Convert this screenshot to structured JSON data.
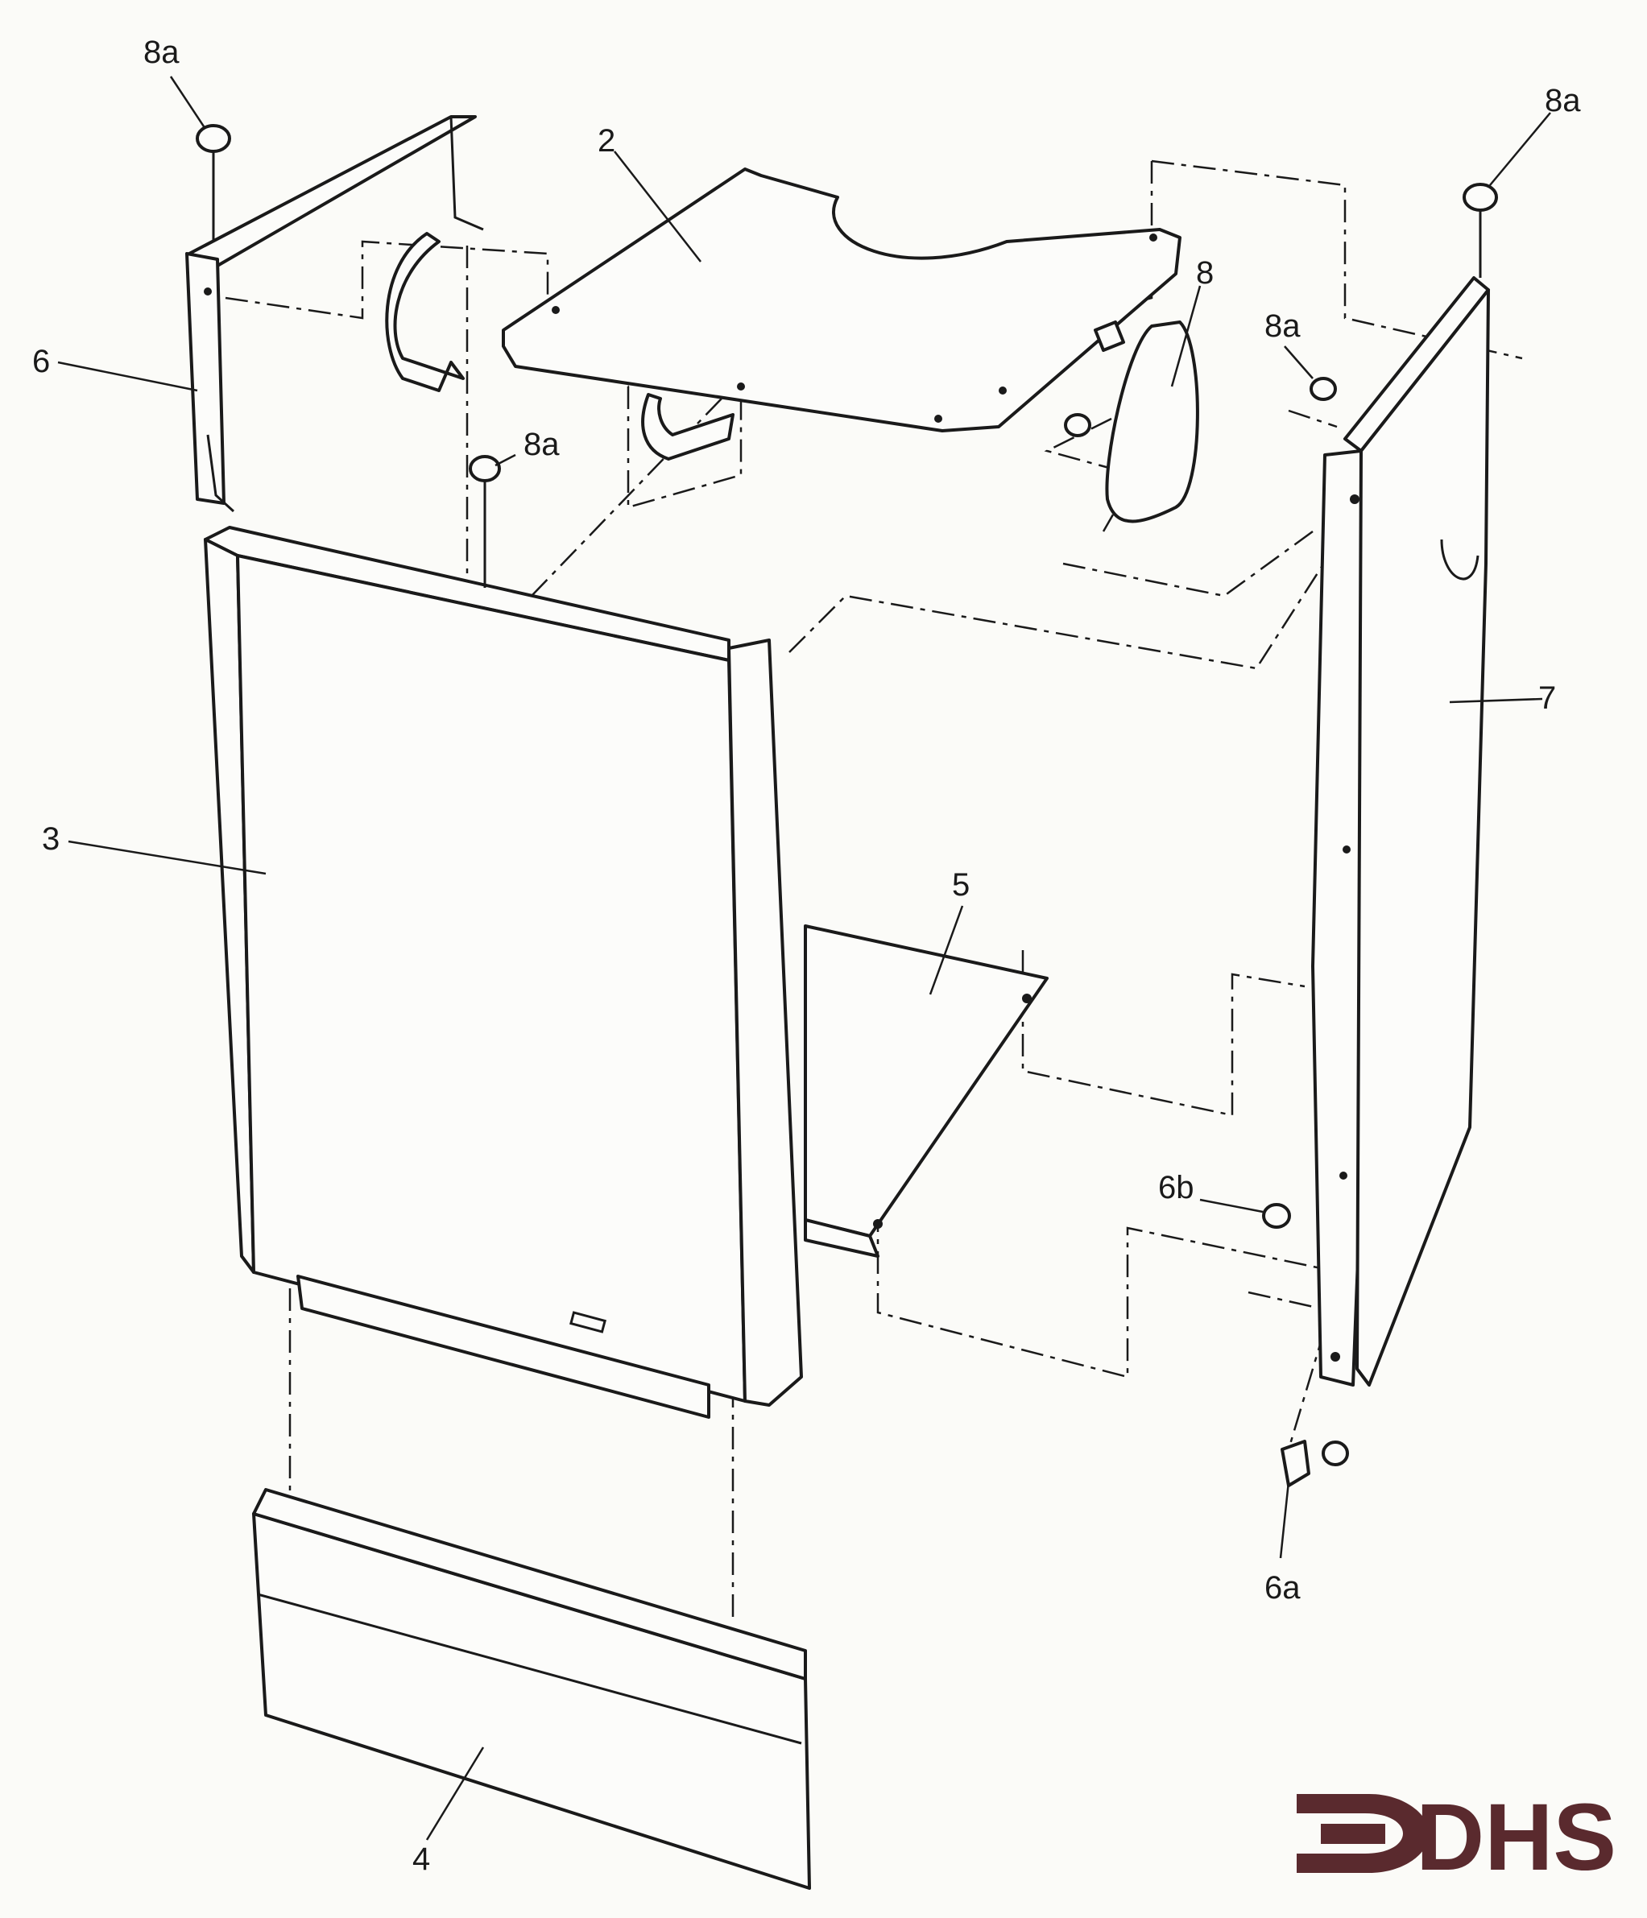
{
  "labels": {
    "l2": "2",
    "l3": "3",
    "l4": "4",
    "l5": "5",
    "l6": "6",
    "l6a": "6a",
    "l6b": "6b",
    "l7": "7",
    "l8": "8",
    "l8a_top_left": "8a",
    "l8a_top_right": "8a",
    "l8a_mid": "8a",
    "l8a_right": "8a"
  },
  "logo": {
    "text": "DHS",
    "color": "#5a2a2e"
  },
  "colors": {
    "line": "#1a1a1a",
    "background": "#fbfbf8"
  }
}
